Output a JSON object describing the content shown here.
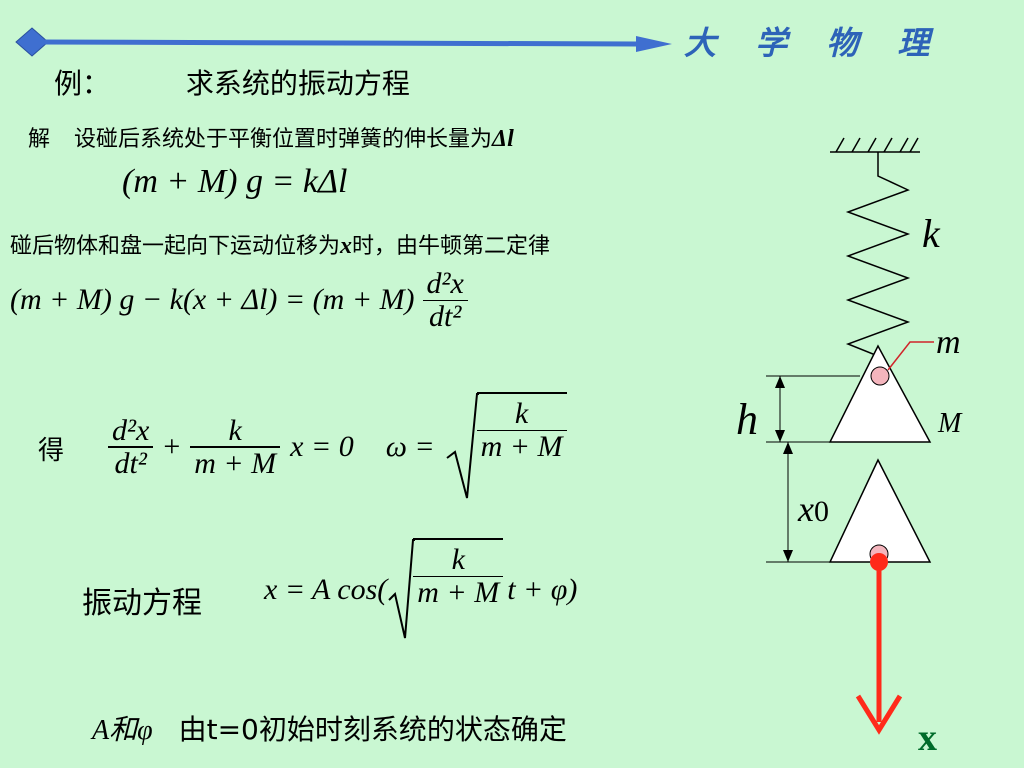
{
  "header": {
    "title": "大 学 物 理"
  },
  "example": {
    "label": "例：",
    "problem": "求系统的振动方程"
  },
  "solution": {
    "label": "解",
    "text": "设碰后系统处于平衡位置时弹簧的伸长量为",
    "delta_l": "Δl"
  },
  "eq1": {
    "lhs": "(m + M) g = kΔl"
  },
  "motion": {
    "text": "碰后物体和盘一起向下运动位移为",
    "var": "x",
    "text2": "时，由牛顿第二定律"
  },
  "eq2": {
    "lhs": "(m + M) g − k(x + Δl) = (m + M)",
    "num": "d²x",
    "den": "dt²"
  },
  "eq3": {
    "label": "得",
    "frac1_num": "d²x",
    "frac1_den": "dt²",
    "plus": "+",
    "frac2_num": "k",
    "frac2_den": "m + M",
    "rest": "x = 0",
    "omega": "ω =",
    "sqrt_num": "k",
    "sqrt_den": "m + M"
  },
  "eq4": {
    "label": "振动方程",
    "lhs": "x = A cos(",
    "sqrt_num": "k",
    "sqrt_den": "m + M",
    "rest": "t + φ)"
  },
  "footer": {
    "vars": "A和φ",
    "text": "由t=0初始时刻系统的状态确定"
  },
  "figure": {
    "k_label": "k",
    "m_label": "m",
    "M_label": "M",
    "h_label": "h",
    "x0_label": "x",
    "x0_sub": "0",
    "axis_label": "x"
  }
}
